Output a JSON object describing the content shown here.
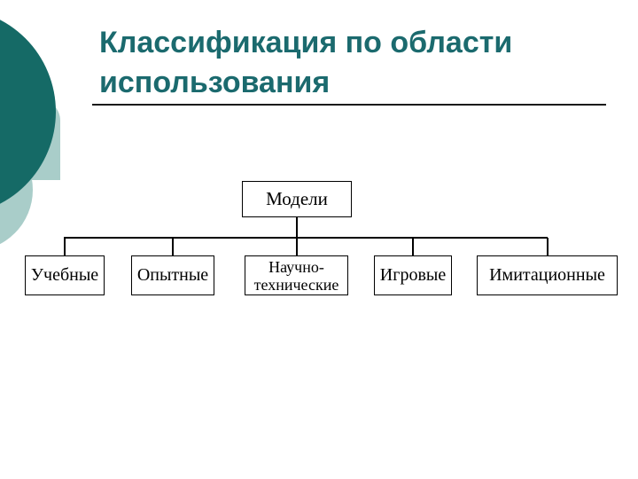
{
  "title": {
    "text": "Классификация по области использования"
  },
  "colors": {
    "dark_teal": "#156a66",
    "light_teal": "#a9cdc9",
    "title_text": "#1b6a6e",
    "line_black": "#000000"
  },
  "diagram": {
    "type": "tree",
    "root": {
      "label": "Модели"
    },
    "children": [
      {
        "label": "Учебные"
      },
      {
        "label": "Опытные"
      },
      {
        "label": "Научно-технические"
      },
      {
        "label": "Игровые"
      },
      {
        "label": "Имитационные"
      }
    ]
  }
}
